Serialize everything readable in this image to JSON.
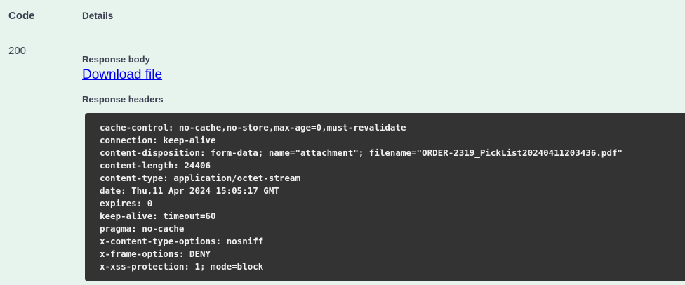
{
  "table": {
    "headers": {
      "code": "Code",
      "details": "Details"
    },
    "row": {
      "code": "200",
      "response_body_label": "Response body",
      "download_link": "Download file",
      "response_headers_label": "Response headers",
      "response_headers": [
        "cache-control: no-cache,no-store,max-age=0,must-revalidate",
        "connection: keep-alive",
        "content-disposition: form-data; name=\"attachment\"; filename=\"ORDER-2319_PickList20240411203436.pdf\"",
        "content-length: 24406",
        "content-type: application/octet-stream",
        "date: Thu,11 Apr 2024 15:05:17 GMT",
        "expires: 0",
        "keep-alive: timeout=60",
        "pragma: no-cache",
        "x-content-type-options: nosniff",
        "x-frame-options: DENY",
        "x-xss-protection: 1; mode=block"
      ]
    }
  },
  "colors": {
    "page_background": "#e7f4ee",
    "code_block_background": "#333333",
    "code_text": "#f0f0f0",
    "link": "#0000ee",
    "text": "#3b4151",
    "divider": "#9aa6a0"
  }
}
